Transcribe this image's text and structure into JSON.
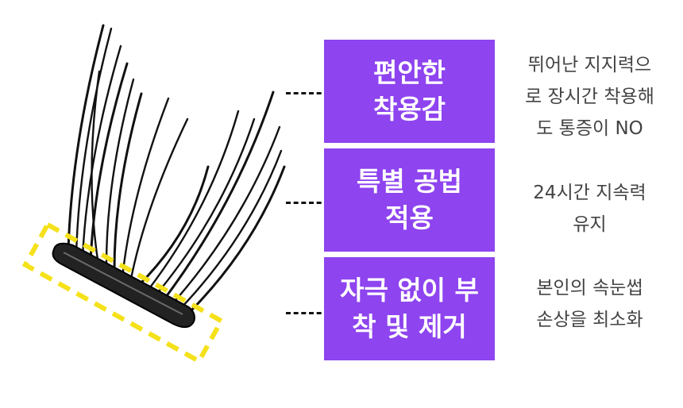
{
  "features": [
    {
      "title": "편안한\n착용감",
      "description": "뛰어난 지지력으\n로 장시간 착용해\n도 통증이 NO"
    },
    {
      "title": "특별 공법\n적용",
      "description": "24시간 지속력\n유지"
    },
    {
      "title": "자극 없이 부\n착 및 제거",
      "description": "본인의 속눈썹\n손상을 최소화"
    }
  ],
  "colors": {
    "box_background": "#8e44ef",
    "box_text": "#ffffff",
    "description_text": "#444444",
    "highlight_dash": "#f5e11a",
    "lash": "#111111"
  }
}
